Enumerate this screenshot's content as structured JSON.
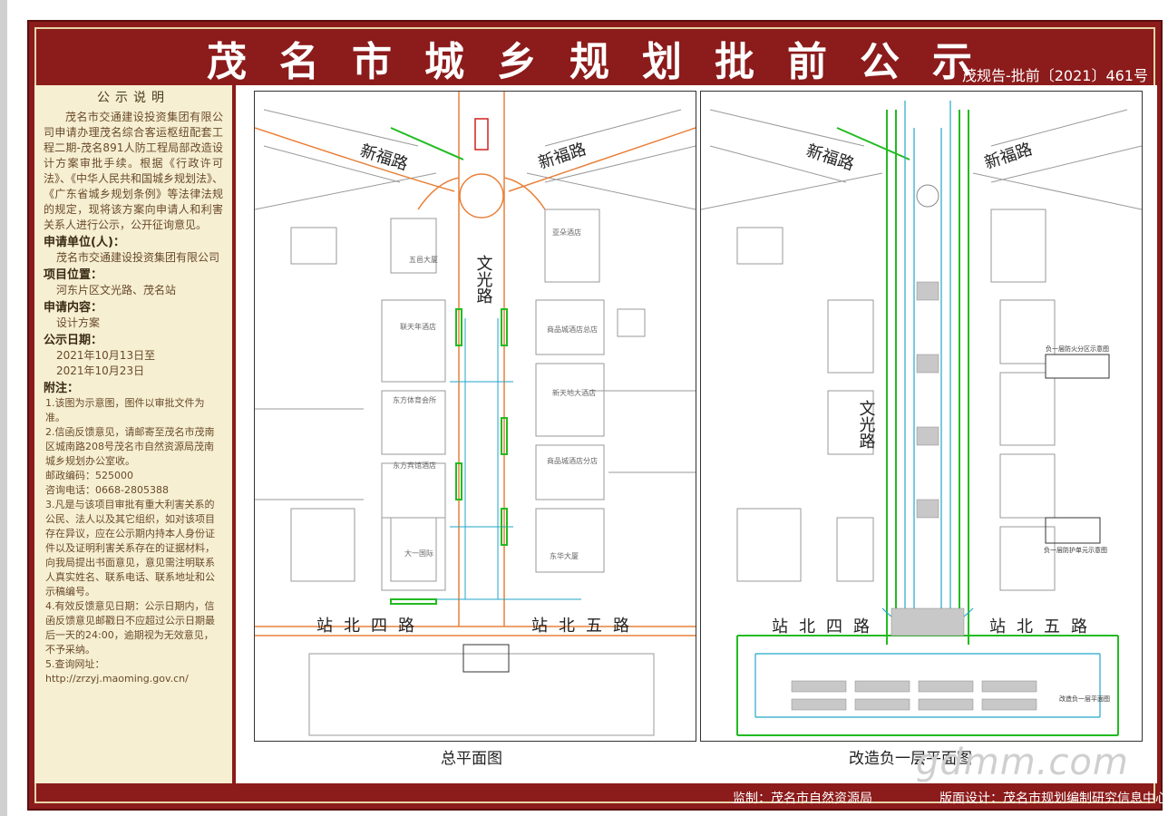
{
  "header": {
    "title": "茂名市城乡规划批前公示",
    "code": "茂规告-批前〔2021〕461号"
  },
  "sidebar": {
    "title": "公示说明",
    "intro": "茂名市交通建设投资集团有限公司申请办理茂名综合客运枢纽配套工程二期-茂名891人防工程局部改造设计方案审批手续。根据《行政许可法》、《中华人民共和国城乡规划法》、《广东省城乡规划条例》等法律法规的规定，现将该方案向申请人和利害关系人进行公示，公开征询意见。",
    "applicant_label": "申请单位(人)：",
    "applicant": "茂名市交通建设投资集团有限公司",
    "location_label": "项目位置：",
    "location": "河东片区文光路、茂名站",
    "content_label": "申请内容：",
    "content": "设计方案",
    "date_label": "公示日期：",
    "date_start": "2021年10月13日至",
    "date_end": "2021年10月23日",
    "notes_label": "附注：",
    "note1": "1.该图为示意图，图件以审批文件为准。",
    "note2": "2.信函反馈意见，请邮寄至茂名市茂南区城南路208号茂名市自然资源局茂南城乡规划办公室收。",
    "postcode": "邮政编码：525000",
    "phone": "咨询电话：0668-2805388",
    "note3": "3.凡是与该项目审批有重大利害关系的公民、法人以及其它组织，如对该项目存在异议，应在公示期内持本人身份证件以及证明利害关系存在的证据材料，向我局提出书面意见，意见需注明联系人真实姓名、联系电话、联系地址和公示稿编号。",
    "note4": "4.有效反馈意见日期：公示日期内，信函反馈意见邮戳日不应超过公示日期最后一天的24:00，逾期视为无效意见，不予采纳。",
    "note5": "5.查询网址：",
    "url": "http://zrzyj.maoming.gov.cn/"
  },
  "left_plan": {
    "caption": "总平面图",
    "road_xinfu_left": "新福路",
    "road_xinfu_right": "新福路",
    "road_wenguang": "文光路",
    "road_zhanbei4": "站北四路",
    "road_zhanbei5": "站北五路",
    "bld_wuyi": "五邑大厦",
    "bld_lianhe": "联天年酒店",
    "bld_dongfang1": "东方体育会所",
    "bld_dongfang2": "东方宾馆酒店",
    "bld_shangpin1": "商品城酒店总店",
    "bld_xintian": "新天地大酒店",
    "bld_shangpin2": "商品城酒店分店",
    "bld_dayi": "大一国际",
    "bld_donghua": "东华大厦",
    "bld_yayuan": "亚朵酒店"
  },
  "right_plan": {
    "caption": "改造负一层平面图",
    "road_xinfu_left": "新福路",
    "road_xinfu_right": "新福路",
    "road_wenguang": "文光路",
    "road_zhanbei4": "站北四路",
    "road_zhanbei5": "站北五路",
    "legend1": "负一层防火分区示意图",
    "legend2": "负一层防护单元示意图",
    "legend3": "改造负一层平面图"
  },
  "footer": {
    "supervise": "监制：茂名市自然资源局",
    "design": "版面设计：茂名市规划编制研究信息中心"
  },
  "watermark": "gdmm.com",
  "colors": {
    "frame": "#8c1b1b",
    "sidebar": "#f6efd2",
    "road_orange": "#e8803a",
    "green": "#22bb22",
    "cyan": "#22a6c8"
  }
}
